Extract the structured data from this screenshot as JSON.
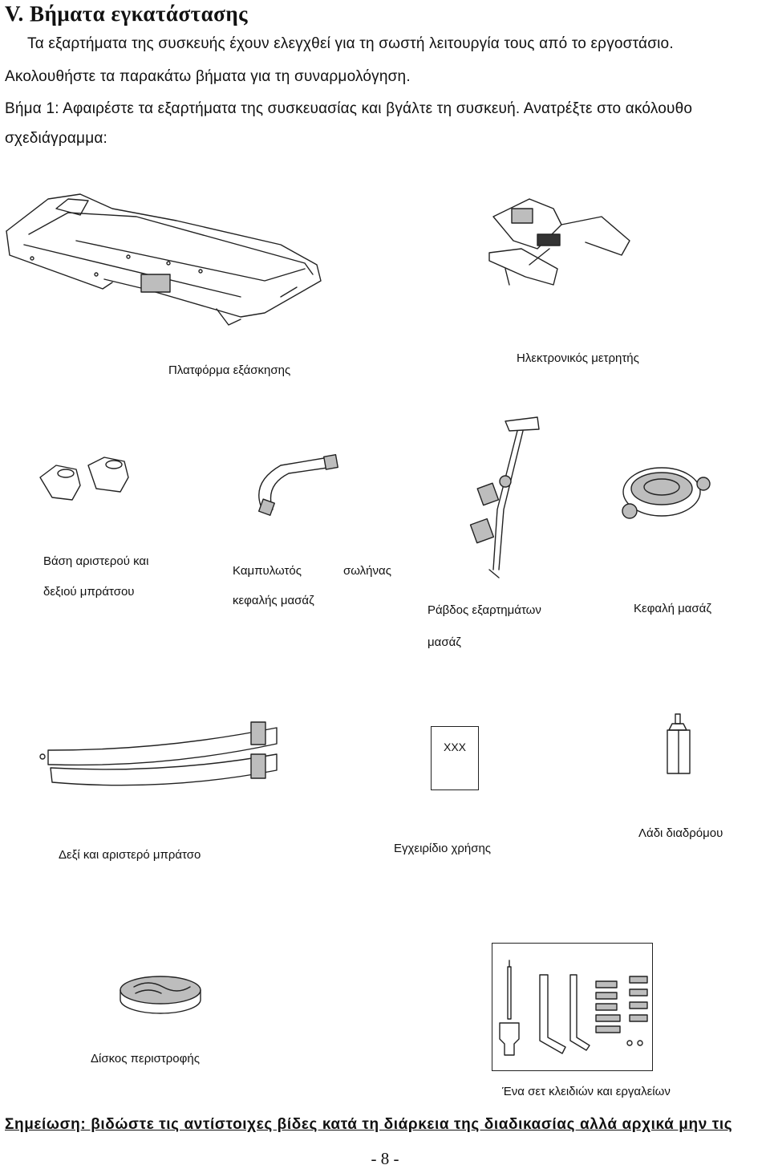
{
  "heading": "V.   Βήματα εγκατάστασης",
  "paragraphs": {
    "line1": "Τα εξαρτήματα της συσκευής έχουν ελεγχθεί για τη σωστή λειτουργία τους από το εργοστάσιο.",
    "line2": "Ακολουθήστε τα παρακάτω βήματα για τη συναρμολόγηση.",
    "line3": "Βήμα 1: Αφαιρέστε τα εξαρτήματα της συσκευασίας και βγάλτε τη συσκευή. Ανατρέξτε στο ακόλουθο",
    "line4": "σχεδιάγραμμα:"
  },
  "parts": {
    "platform": "Πλατφόρμα εξάσκησης",
    "console": "Ηλεκτρονικός μετρητής",
    "armrest_base_1": "Βάση αριστερού και",
    "armrest_base_2": "δεξιού μπράτσου",
    "curved_1": "Καμπυλωτός",
    "curved_tube": "σωλήνας",
    "curved_2": "κεφαλής μασάζ",
    "rod_1": "Ράβδος εξαρτημάτων",
    "rod_2": "μασάζ",
    "massage_head": "Κεφαλή μασάζ",
    "arms": "Δεξί και αριστερό μπράτσο",
    "manual": "Εγχειρίδιο χρήσης",
    "manual_box_text": "XXX",
    "oil": "Λάδι διαδρόμου",
    "disc": "Δίσκος περιστροφής",
    "tools": "Ένα σετ κλειδιών και εργαλείων"
  },
  "note": "Σημείωση: βιδώστε τις αντίστοιχες βίδες κατά τη διάρκεια της διαδικασίας αλλά αρχικά μην τις",
  "page_number": "- 8 -"
}
